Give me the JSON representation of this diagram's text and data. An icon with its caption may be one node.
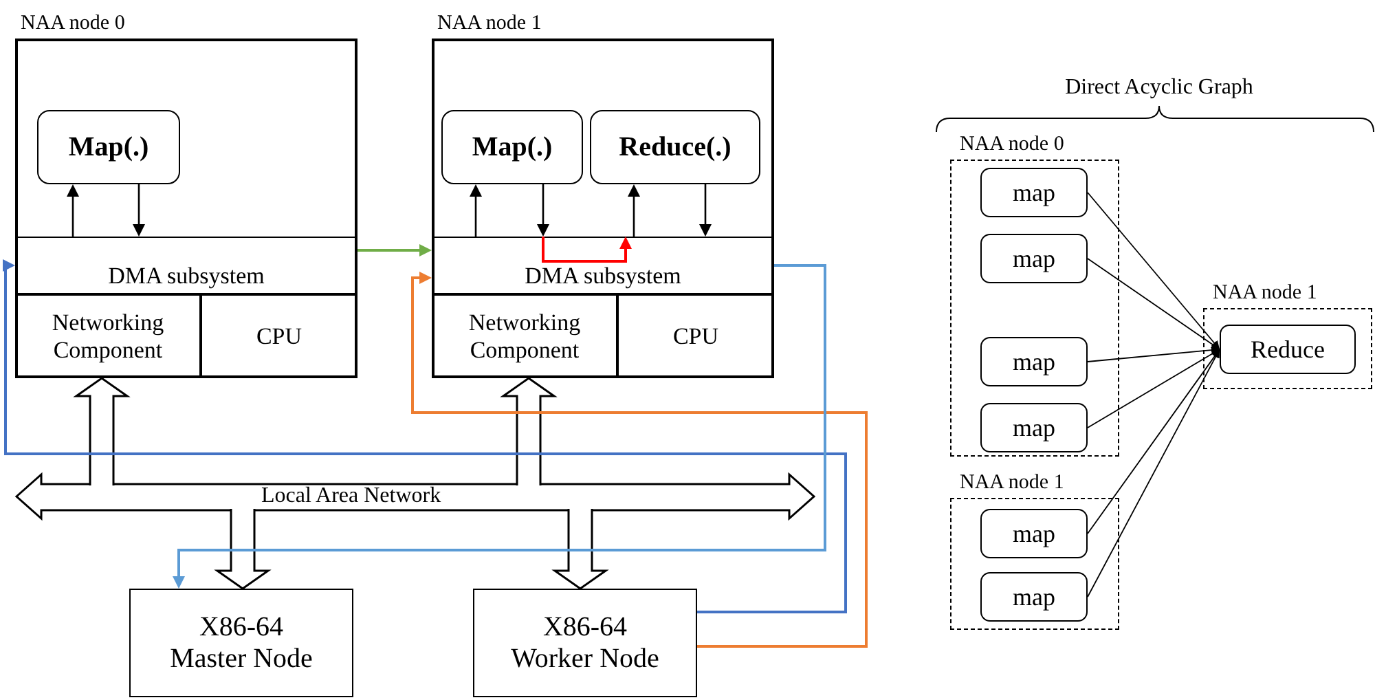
{
  "diagram": {
    "nodes": [
      {
        "text": [
          "NAA node 0"
        ]
      },
      {
        "text": [
          "Map(.)"
        ],
        "in": 0
      },
      {
        "text": [
          "DMA subsystem"
        ],
        "in": 0
      },
      {
        "text": [
          "Networking Component"
        ],
        "in": 0
      },
      {
        "text": [
          "CPU"
        ],
        "in": 0
      },
      {
        "text": [
          "NAA node 1"
        ]
      },
      {
        "text": [
          "Map(.)"
        ],
        "in": 5
      },
      {
        "text": [
          "Reduce(.)"
        ],
        "in": 5
      },
      {
        "text": [
          "DMA subsystem"
        ],
        "in": 5
      },
      {
        "text": [
          "Networking Component"
        ],
        "in": 5
      },
      {
        "text": [
          "CPU"
        ],
        "in": 5
      },
      {
        "text": [
          "Local Area Network"
        ]
      },
      {
        "text": [
          "X86-64 Master Node"
        ]
      },
      {
        "text": [
          "X86-64 Worker Node"
        ]
      },
      {
        "text": [
          "NAA node 0"
        ]
      },
      {
        "text": [
          "map"
        ],
        "in": 14
      },
      {
        "text": [
          "map"
        ],
        "in": 14
      },
      {
        "text": [
          "map"
        ],
        "in": 14
      },
      {
        "text": [
          "map"
        ],
        "in": 14
      },
      {
        "text": [
          "NAA node 1"
        ]
      },
      {
        "text": [
          "Reduce"
        ],
        "in": 19
      },
      {
        "text": [
          "NAA node 1"
        ]
      },
      {
        "text": [
          "map"
        ],
        "in": 21
      },
      {
        "text": [
          "map"
        ],
        "in": 21
      }
    ],
    "edges": [
      {
        "from": 2,
        "to": 1,
        "arrow": "to"
      },
      {
        "from": 1,
        "to": 2,
        "arrow": "to"
      },
      {
        "from": 8,
        "to": 6,
        "arrow": "to"
      },
      {
        "from": 6,
        "to": 8,
        "arrow": "to"
      },
      {
        "from": 8,
        "to": 7,
        "arrow": "to"
      },
      {
        "from": 7,
        "to": 8,
        "arrow": "to"
      },
      {
        "from": 8,
        "to": 8,
        "arrow": "to",
        "color": "#ff0000"
      },
      {
        "from": 11,
        "to": 3,
        "arrow": "to",
        "style": "thick"
      },
      {
        "from": 11,
        "to": 9,
        "arrow": "to",
        "style": "thick"
      },
      {
        "from": 11,
        "to": 12,
        "arrow": "to",
        "style": "thick"
      },
      {
        "from": 11,
        "to": 13,
        "arrow": "to",
        "style": "thick"
      },
      {
        "from": 13,
        "to": 2,
        "arrow": "to",
        "color": "#4472c4"
      },
      {
        "from": 2,
        "to": 8,
        "arrow": "to",
        "color": "#70ad47"
      },
      {
        "from": 13,
        "to": 8,
        "arrow": "to",
        "color": "#ed7d31"
      },
      {
        "from": 8,
        "to": 12,
        "arrow": "to",
        "color": "#5b9bd5"
      },
      {
        "from": 15,
        "to": 20,
        "arrow": "to"
      },
      {
        "from": 16,
        "to": 20,
        "arrow": "to"
      },
      {
        "from": 17,
        "to": 20,
        "arrow": "to"
      },
      {
        "from": 18,
        "to": 20,
        "arrow": "to"
      },
      {
        "from": 22,
        "to": 20,
        "arrow": "to"
      },
      {
        "from": 23,
        "to": 20,
        "arrow": "to"
      }
    ],
    "labels": [
      "Direct Acyclic Graph"
    ]
  }
}
